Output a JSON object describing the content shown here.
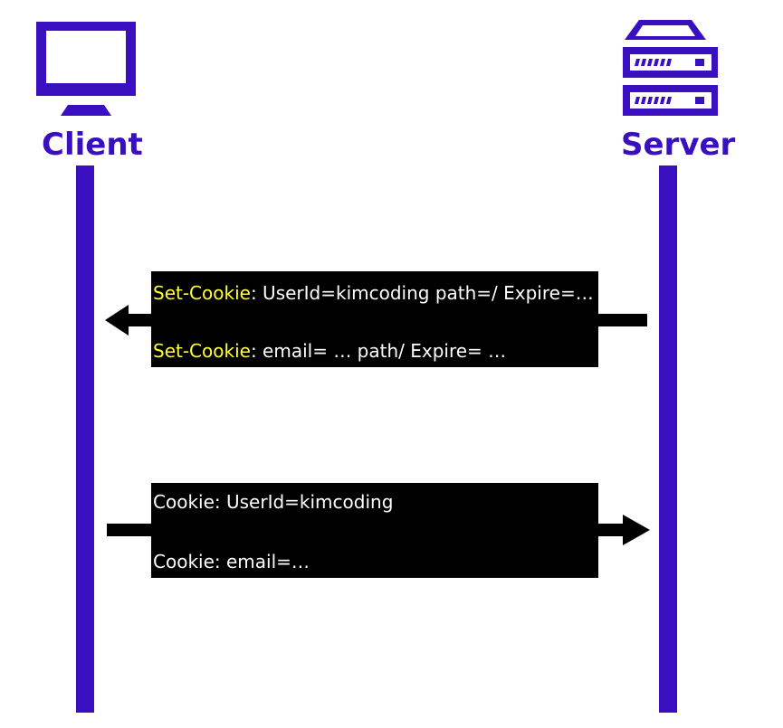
{
  "actors": {
    "client": {
      "label": "Client",
      "icon": "monitor-icon"
    },
    "server": {
      "label": "Server",
      "icon": "server-icon"
    }
  },
  "colors": {
    "accent": "#3a0fbf",
    "message_bg": "#000000",
    "message_text": "#ffffff",
    "header_keyword": "#ffff33"
  },
  "messages": {
    "response": {
      "direction": "server-to-client",
      "lines": [
        {
          "header": "Set-Cookie",
          "value": ": UserId=kimcoding path=/ Expire=…"
        },
        {
          "header": "Set-Cookie",
          "value": ": email= … path/ Expire= …"
        }
      ]
    },
    "request": {
      "direction": "client-to-server",
      "lines": [
        {
          "text": "Cookie: UserId=kimcoding"
        },
        {
          "text": "Cookie: email=…"
        }
      ]
    }
  }
}
